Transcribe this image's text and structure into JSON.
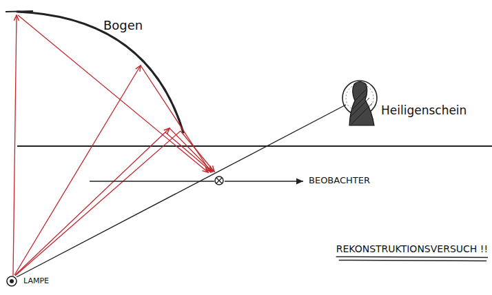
{
  "diagram": {
    "labels": [
      "Bogen",
      "Heiligenschein",
      "BEOBACHTER",
      "LAMPE",
      "REKONSTRUKTIONSVERSUCH !!"
    ]
  }
}
